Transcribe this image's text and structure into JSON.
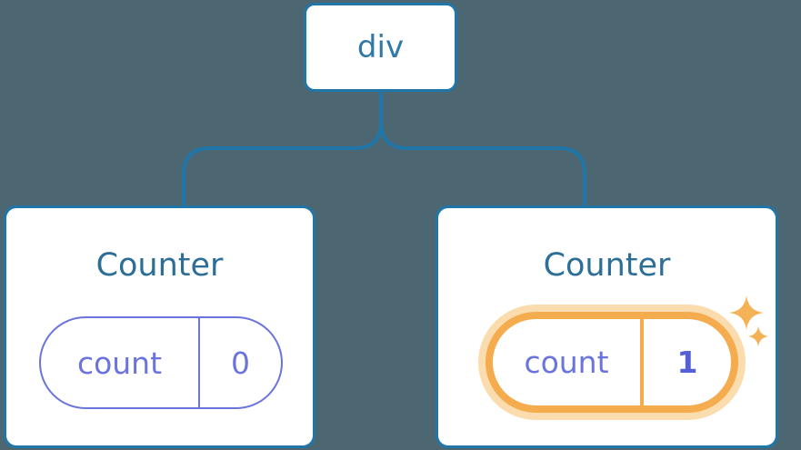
{
  "diagram": {
    "type": "component-tree",
    "root": {
      "label": "div"
    },
    "children": [
      {
        "title": "Counter",
        "state": {
          "key": "count",
          "value": "0"
        },
        "highlighted": false
      },
      {
        "title": "Counter",
        "state": {
          "key": "count",
          "value": "1"
        },
        "highlighted": true
      }
    ],
    "icons": [
      {
        "name": "sparkle-icon",
        "color": "#f5b254"
      }
    ],
    "colors": {
      "background": "#4c6771",
      "connector": "#2176a9",
      "node_border": "#2176a9",
      "node_fill": "#ffffff",
      "root_label_text": "#3078a7",
      "card_title_text": "#2d6e96",
      "pill_border": "#6b74dd",
      "pill_text": "#6b74dd",
      "highlight_pill_border": "#f5ac4f",
      "highlight_pill_glow": "#fbdcae",
      "highlight_value_text": "#5560d6",
      "sparkle": "#f5b254"
    }
  }
}
